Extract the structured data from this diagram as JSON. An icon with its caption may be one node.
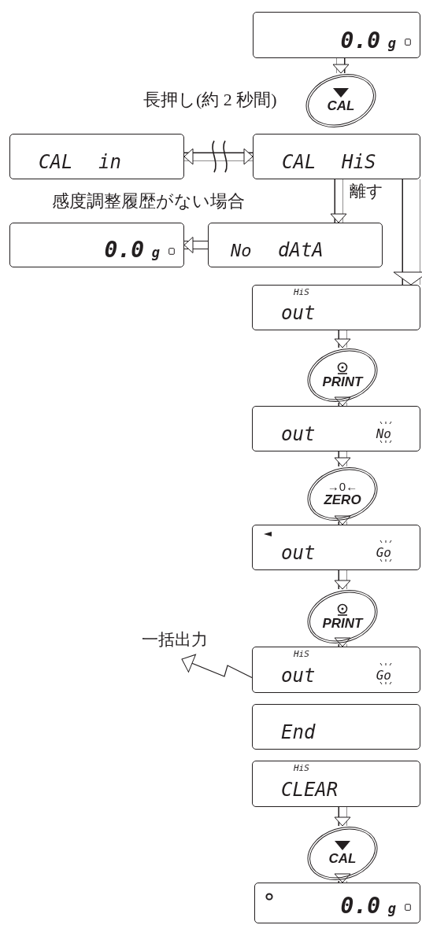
{
  "diagram": {
    "nodes": [
      {
        "text": [
          "0.0",
          "g"
        ]
      },
      {
        "text": [
          "CAL"
        ],
        "beside": [
          "長押し(約 2 秒間)"
        ]
      },
      {
        "text": [
          "CAL",
          "in"
        ]
      },
      {
        "text": [
          "CAL",
          "HiS"
        ]
      },
      {
        "text": [
          "No",
          "dAtA"
        ]
      },
      {
        "text": [
          "0.0",
          "g"
        ]
      },
      {
        "text": [
          "HiS",
          "out"
        ]
      },
      {
        "text": [
          "PRINT"
        ]
      },
      {
        "text": [
          "out",
          "No"
        ]
      },
      {
        "text": [
          "→0←",
          "ZERO"
        ]
      },
      {
        "text": [
          "out",
          "Go"
        ]
      },
      {
        "text": [
          "PRINT"
        ]
      },
      {
        "text": [
          "HiS",
          "out",
          "Go"
        ]
      },
      {
        "text": [
          "End"
        ]
      },
      {
        "text": [
          "HiS",
          "CLEAR"
        ]
      },
      {
        "text": [
          "CAL"
        ]
      },
      {
        "text": [
          "0.0",
          "g"
        ]
      }
    ],
    "edges": [
      {
        "from": 0,
        "to": 1,
        "arrow": "to"
      },
      {
        "from": 2,
        "to": 3,
        "arrow": "both"
      },
      {
        "from": 3,
        "to": 4,
        "arrow": "to",
        "label": "離す"
      },
      {
        "from": 3,
        "to": 6,
        "arrow": "to"
      },
      {
        "from": 4,
        "to": 5,
        "arrow": "to"
      },
      {
        "from": 6,
        "to": 7,
        "arrow": "to"
      },
      {
        "from": 7,
        "to": 8,
        "arrow": "to"
      },
      {
        "from": 8,
        "to": 9,
        "arrow": "to"
      },
      {
        "from": 9,
        "to": 10,
        "arrow": "to"
      },
      {
        "from": 10,
        "to": 11,
        "arrow": "to"
      },
      {
        "from": 11,
        "to": 12,
        "arrow": "to"
      },
      {
        "from": 14,
        "to": 15,
        "arrow": "to"
      },
      {
        "from": 15,
        "to": 16,
        "arrow": "to"
      },
      {
        "from": 12,
        "to": null,
        "arrow": "to",
        "label": "一括出力"
      }
    ],
    "labels": [
      "感度調整履歴がない場合"
    ]
  }
}
